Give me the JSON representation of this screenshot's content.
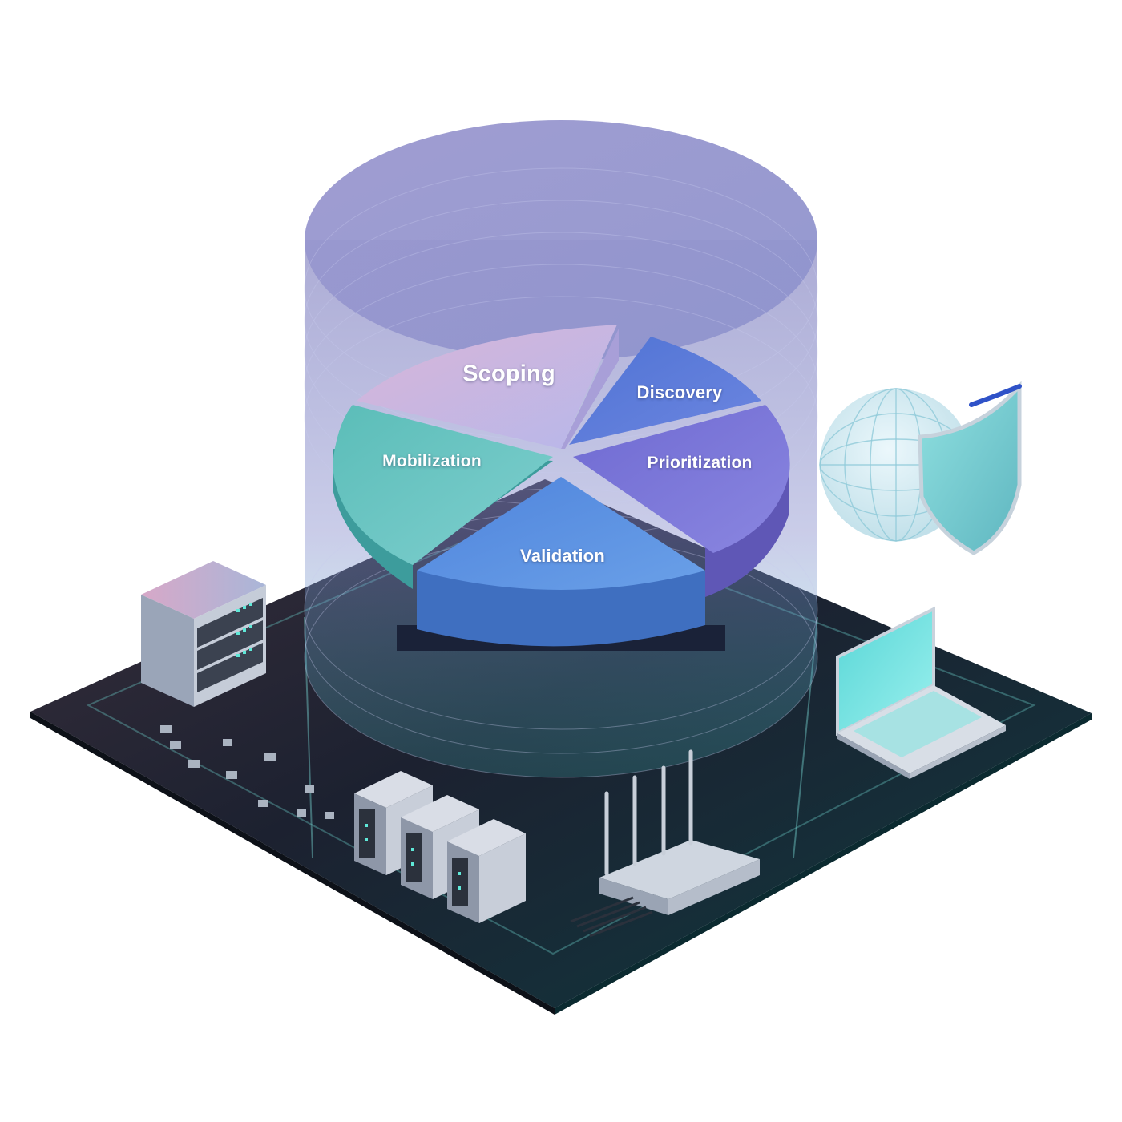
{
  "segments": [
    {
      "id": "scoping",
      "label": "Scoping",
      "color": "#c7bde6"
    },
    {
      "id": "discovery",
      "label": "Discovery",
      "color": "#5a7fd6"
    },
    {
      "id": "prioritization",
      "label": "Prioritization",
      "color": "#7a78d8"
    },
    {
      "id": "validation",
      "label": "Validation",
      "color": "#5b8fe0"
    },
    {
      "id": "mobilization",
      "label": "Mobilization",
      "color": "#66c6c0"
    }
  ],
  "icons": {
    "server_stack": "server-stack-icon",
    "server_cluster": "server-cluster-icon",
    "router": "wifi-router-icon",
    "laptop": "laptop-icon",
    "globe_shield": "globe-shield-icon"
  },
  "colors": {
    "platform": "#1c2130",
    "cylinder": "#8a8ccf",
    "accent_cyan": "#7fe6e0"
  }
}
